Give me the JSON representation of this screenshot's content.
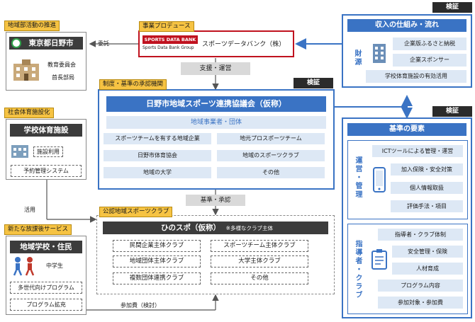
{
  "left": {
    "tag1": "地域部活動の推進",
    "hino_city": "東京都日野市",
    "kyoiku": "教育委員会",
    "shucho": "首長部局",
    "tag2": "社会体育施設化",
    "facility_title": "学校体育施設",
    "facility_use": "施設利用",
    "reservation": "予約管理システム",
    "tag3": "新たな放課後サービス",
    "school_title": "地域学校・住民",
    "chugakusei": "中学生",
    "tasedai": "多世代向けプログラム",
    "program_ext": "プログラム拡充"
  },
  "top": {
    "tag": "事業プロデュース",
    "sdb_logo": "SPORTS DATA BANK",
    "sdb_sub": "Sports Data Bank Group",
    "sdb_name": "スポーツデータバンク（株）",
    "itaku": "委託",
    "shien": "支援・運営"
  },
  "center": {
    "tag": "制度・基準の承認機関",
    "kensho": "検証",
    "title": "日野市地域スポーツ連携協議会（仮称）",
    "sub": "地域事業者・団体",
    "members": [
      "スポーツチームを有する地域企業",
      "地元プロスポーツチーム",
      "日野市体育協会",
      "地域のスポーツクラブ",
      "地域の大学",
      "その他"
    ],
    "kijun": "基準・承認"
  },
  "club": {
    "tag": "公認地域スポーツクラブ",
    "title": "ひのスポ（仮称）",
    "title_note": "※多様なクラブ主体",
    "left_types": [
      "民間企業主体クラブ",
      "地域団体主体クラブ",
      "複数団体連携クラブ"
    ],
    "right_types": [
      "スポーツチーム主体クラブ",
      "大学主体クラブ",
      "その他"
    ],
    "katsuyo": "活用",
    "sankahi": "参加費（検討）"
  },
  "right_top": {
    "kensho": "検証",
    "title": "収入の仕組み・流れ",
    "side_label": "財源",
    "items": [
      "企業版ふるさと納税",
      "企業スポンサー",
      "学校体育施設の有効活用"
    ]
  },
  "right_bottom": {
    "kensho": "検証",
    "title": "基準の要素",
    "group1_label": "運営・管理",
    "group1_items": [
      "ICTツールによる管理・運営",
      "加入保険・安全対策",
      "個人情報取扱",
      "評価手法・項目"
    ],
    "group2_label": "指導者・クラブ",
    "group2_items": [
      "指導者・クラブ体制",
      "安全管理・保険",
      "人材育成",
      "プログラム内容",
      "参加対象・参加費"
    ]
  },
  "colors": {
    "blue": "#3a73c4",
    "tag": "#f6c343",
    "dark": "#3c3c3c",
    "red": "#c0121f"
  }
}
